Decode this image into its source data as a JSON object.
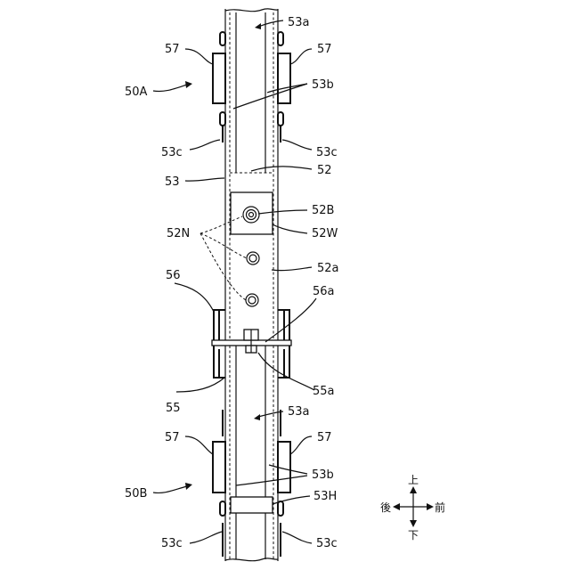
{
  "labels": {
    "l53a_top": "53a",
    "l57_tl": "57",
    "l57_tr": "57",
    "l50A": "50A",
    "l53b_top": "53b",
    "l53c_tl": "53c",
    "l53c_tr": "53c",
    "l52": "52",
    "l53": "53",
    "l52B": "52B",
    "l52N": "52N",
    "l52W": "52W",
    "l52a": "52a",
    "l56": "56",
    "l56a": "56a",
    "l55a": "55a",
    "l55": "55",
    "l53a_bot": "53a",
    "l57_bl": "57",
    "l57_br": "57",
    "l53b_bot": "53b",
    "l50B": "50B",
    "l53H": "53H",
    "l53c_bl": "53c",
    "l53c_br": "53c"
  },
  "directions": {
    "up": "上",
    "down": "下",
    "back": "後",
    "front": "前"
  },
  "colors": {
    "line": "#111111",
    "background": "#ffffff"
  }
}
